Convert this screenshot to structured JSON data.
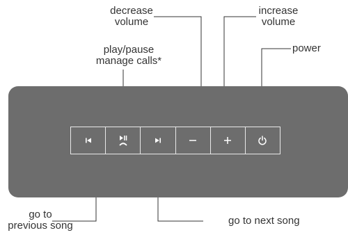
{
  "labels": {
    "decrease_volume": "decrease\nvolume",
    "increase_volume": "increase\nvolume",
    "play_pause": "play/pause\nmanage calls*",
    "power": "power",
    "previous_song": "go to\nprevious song",
    "next_song": "go to next song"
  },
  "icons": {
    "previous": "previous-track-icon",
    "play_pause": "play-pause-icon",
    "next": "next-track-icon",
    "minus": "minus-icon",
    "plus": "plus-icon",
    "power": "power-icon"
  },
  "colors": {
    "panel": "#6d6d6d",
    "button_outline": "#e9e9e9",
    "text": "#333333"
  }
}
